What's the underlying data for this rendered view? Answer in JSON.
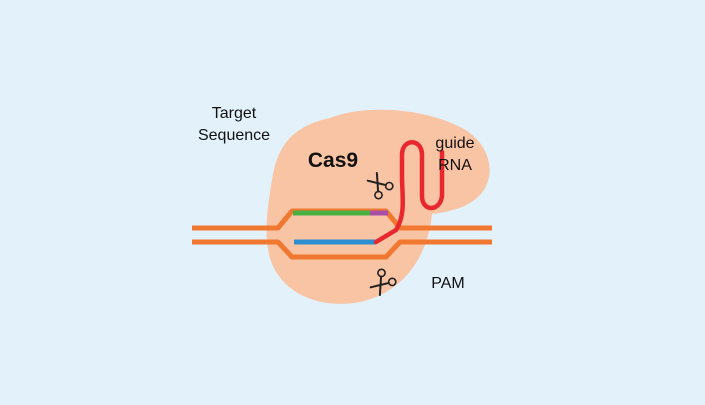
{
  "labels": {
    "target_line1": "Target",
    "target_line2": "Sequence",
    "cas9": "Cas9",
    "guide_line1": "guide",
    "guide_line2": "RNA",
    "pam": "PAM"
  },
  "icons": {
    "scissors_top": "scissors-icon",
    "scissors_bottom": "scissors-icon"
  },
  "colors": {
    "background": "#e2f1fa",
    "cas9_body": "#f9c4a4",
    "dna_strand": "#f07830",
    "target_strand": "#4bb043",
    "complementary_strand": "#2e8fd0",
    "pam_segment": "#a94fa8",
    "guide_rna": "#e8282e"
  }
}
